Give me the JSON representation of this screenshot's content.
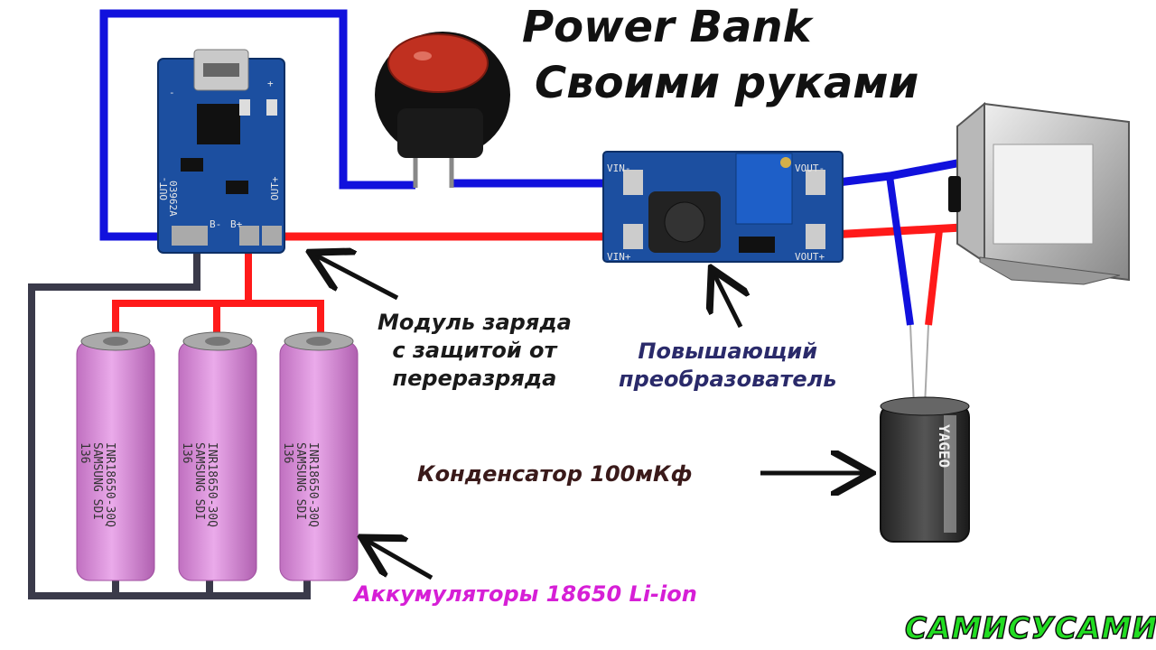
{
  "title": {
    "line1": "Power Bank",
    "line2": "Своими руками"
  },
  "labels": {
    "charge_module": [
      "Модуль заряда",
      "с защитой от",
      "переразряда"
    ],
    "boost_converter": [
      "Повышающий",
      "преобразователь"
    ],
    "capacitor": "Конденсатор 100мКф",
    "batteries": "Аккумуляторы 18650 Li-ion"
  },
  "brand": "САМИСУСАМИ",
  "battery_marking": [
    "INR18650-30Q",
    "SAMSUNG SDI",
    "136"
  ],
  "charge_module_pins": {
    "out_minus": "OUT-",
    "out_plus": "OUT+",
    "b_minus": "B-",
    "b_plus": "B+",
    "minus": "-",
    "plus": "+",
    "chip": "03962A"
  },
  "boost_pins": {
    "vin_minus": "VIN-",
    "vin_plus": "VIN+",
    "vout_minus": "VOUT-",
    "vout_plus": "VOUT+"
  },
  "capacitor_marking": "YAGEO",
  "colors": {
    "wire_positive": "#ff1a1a",
    "wire_negative": "#1111dd",
    "wire_battery_negative": "#3a3a4a",
    "pcb": "#1c4fa0",
    "battery": "#d88ad8",
    "switch": "#b82a1a",
    "label_dark": "#1a1a1a",
    "label_boost": "#2a2a6a",
    "label_capacitor": "#3a1a1a",
    "label_batteries": "#d61fd6",
    "brand_fill": "#22dd22"
  }
}
